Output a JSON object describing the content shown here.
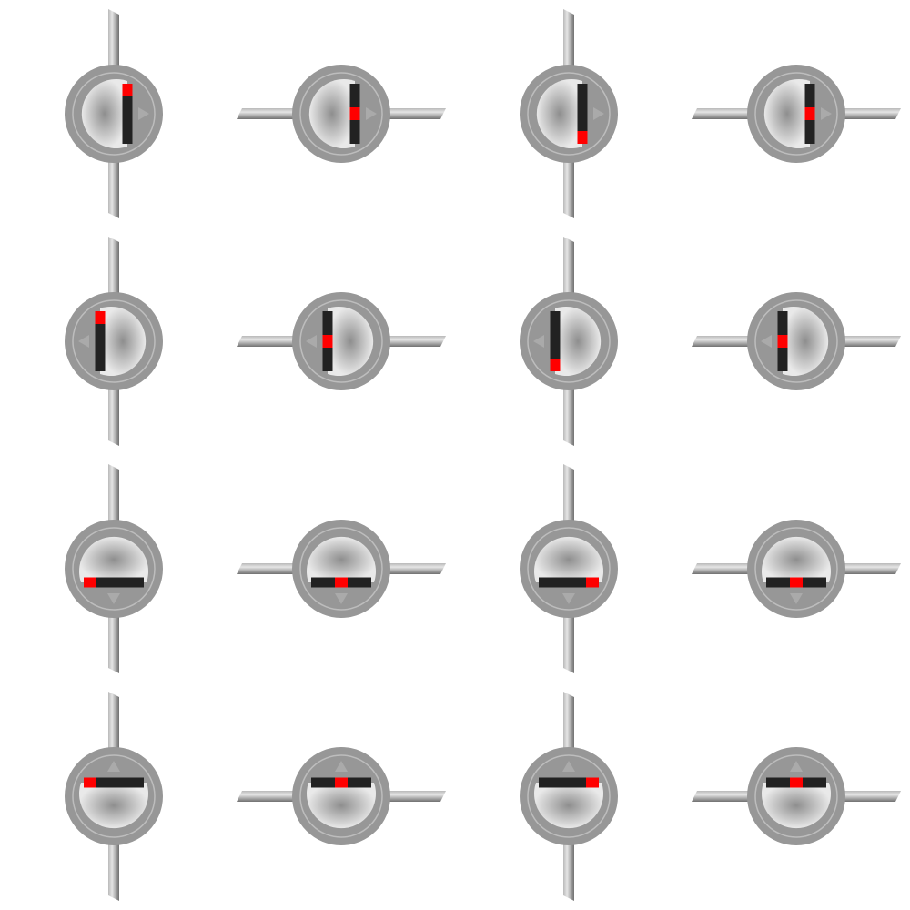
{
  "palette": {
    "background": "#ffffff",
    "body_outer": "#979797",
    "body_ring_stroke": "#bdbdbd",
    "dome_light": "#e9e9e9",
    "dome_dark": "#8e8e8e",
    "contact_light": "#e5e5e5",
    "contact_mid": "#b9b9b9",
    "contact_dark": "#707070",
    "slider_bar": "#222222",
    "slider_indicator": "#ff0000",
    "arrow": "#aaaaaa"
  },
  "switches": [
    {
      "id": "r1c1",
      "row": 1,
      "col": 1,
      "contacts": "vertical",
      "arrow": "right",
      "bar": "vertical",
      "indicator": "start"
    },
    {
      "id": "r1c2",
      "row": 1,
      "col": 2,
      "contacts": "horizontal",
      "arrow": "right",
      "bar": "vertical",
      "indicator": "middle"
    },
    {
      "id": "r1c3",
      "row": 1,
      "col": 3,
      "contacts": "vertical",
      "arrow": "right",
      "bar": "vertical",
      "indicator": "end"
    },
    {
      "id": "r1c4",
      "row": 1,
      "col": 4,
      "contacts": "horizontal",
      "arrow": "right",
      "bar": "vertical",
      "indicator": "middle"
    },
    {
      "id": "r2c1",
      "row": 2,
      "col": 1,
      "contacts": "vertical",
      "arrow": "left",
      "bar": "vertical",
      "indicator": "start"
    },
    {
      "id": "r2c2",
      "row": 2,
      "col": 2,
      "contacts": "horizontal",
      "arrow": "left",
      "bar": "vertical",
      "indicator": "middle"
    },
    {
      "id": "r2c3",
      "row": 2,
      "col": 3,
      "contacts": "vertical",
      "arrow": "left",
      "bar": "vertical",
      "indicator": "end"
    },
    {
      "id": "r2c4",
      "row": 2,
      "col": 4,
      "contacts": "horizontal",
      "arrow": "left",
      "bar": "vertical",
      "indicator": "middle"
    },
    {
      "id": "r3c1",
      "row": 3,
      "col": 1,
      "contacts": "vertical",
      "arrow": "down",
      "bar": "horizontal",
      "indicator": "start"
    },
    {
      "id": "r3c2",
      "row": 3,
      "col": 2,
      "contacts": "horizontal",
      "arrow": "down",
      "bar": "horizontal",
      "indicator": "middle"
    },
    {
      "id": "r3c3",
      "row": 3,
      "col": 3,
      "contacts": "vertical",
      "arrow": "down",
      "bar": "horizontal",
      "indicator": "end"
    },
    {
      "id": "r3c4",
      "row": 3,
      "col": 4,
      "contacts": "horizontal",
      "arrow": "down",
      "bar": "horizontal",
      "indicator": "middle"
    },
    {
      "id": "r4c1",
      "row": 4,
      "col": 1,
      "contacts": "vertical",
      "arrow": "up",
      "bar": "horizontal",
      "indicator": "start"
    },
    {
      "id": "r4c2",
      "row": 4,
      "col": 2,
      "contacts": "horizontal",
      "arrow": "up",
      "bar": "horizontal",
      "indicator": "middle"
    },
    {
      "id": "r4c3",
      "row": 4,
      "col": 3,
      "contacts": "vertical",
      "arrow": "up",
      "bar": "horizontal",
      "indicator": "end"
    },
    {
      "id": "r4c4",
      "row": 4,
      "col": 4,
      "contacts": "horizontal",
      "arrow": "up",
      "bar": "horizontal",
      "indicator": "middle"
    }
  ]
}
